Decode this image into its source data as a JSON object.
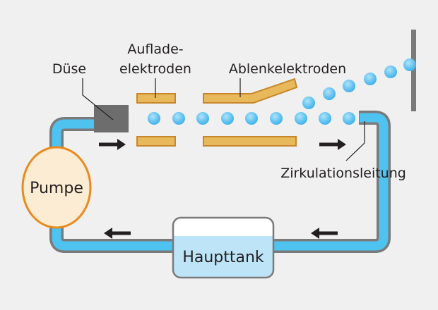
{
  "labels": {
    "nozzle": "Düse",
    "charge_line1": "Auflade-",
    "charge_line2": "elektroden",
    "deflection": "Ablenkelektroden",
    "circulation": "Zirkulationsleitung",
    "pump": "Pumpe",
    "tank": "Haupttank"
  },
  "colors": {
    "background": "#f0f0f0",
    "pipe": "#4fc3f0",
    "pipe_outline": "#7a7a7a",
    "electrode": "#e8b95a",
    "electrode_outline": "#c8862a",
    "pump_fill": "#fbecd3",
    "pump_outline": "#e98a1e",
    "tank_liquid": "#bde4f7",
    "nozzle": "#6d6d6d",
    "drop": "#4cb8ec",
    "arrow": "#231f20"
  }
}
